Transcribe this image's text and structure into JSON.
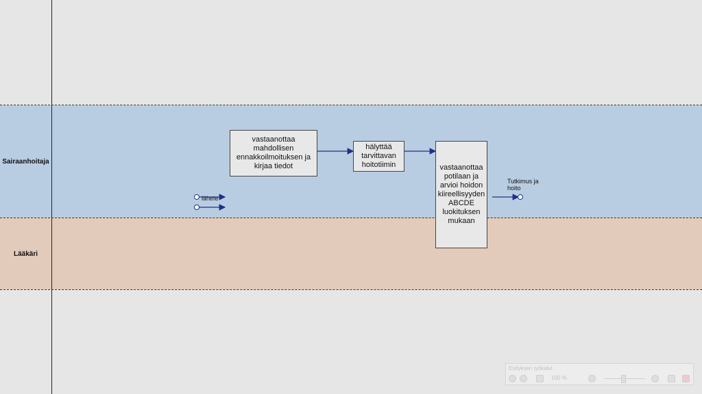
{
  "lanes": {
    "nurse": "Sairaanhoitaja",
    "doctor": "Lääkäri"
  },
  "process": {
    "box1": "vastaanottaa mahdollisen ennakkoilmoituksen ja kirjaa tiedot",
    "box2": "hälyttää tarvittavan hoitotiimin",
    "box3": "vastaanottaa potilaan ja arvioi hoidon kiireellisyyden ABCDE luokituksen mukaan"
  },
  "inputs": {
    "referral": "lähete"
  },
  "outputs": {
    "result": "Tutkimus ja hoito"
  },
  "toolbar": {
    "title": "Esityksen työkalut",
    "zoom": "100 %"
  },
  "colors": {
    "nurse_lane": "#b8cde2",
    "doctor_lane": "#e2cbba",
    "background": "#e6e6e6",
    "arrow": "#1f2f86"
  }
}
